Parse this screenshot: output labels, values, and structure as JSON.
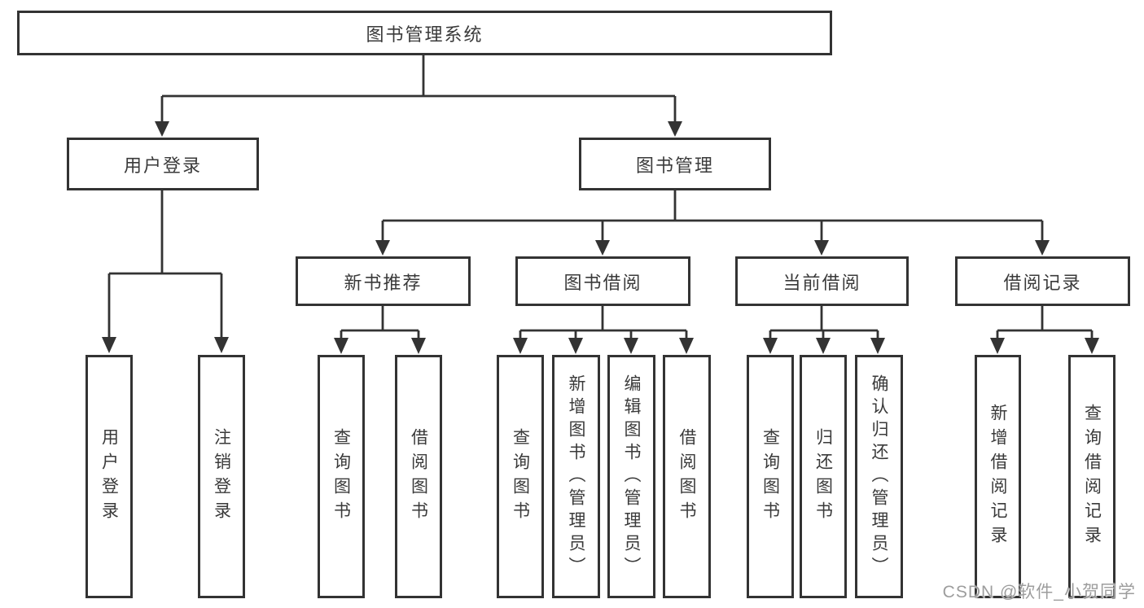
{
  "diagram": {
    "root": {
      "label": "图书管理系统"
    },
    "level2": [
      {
        "label": "用户登录"
      },
      {
        "label": "图书管理"
      }
    ],
    "level3": [
      {
        "label": "新书推荐",
        "parent": "图书管理"
      },
      {
        "label": "图书借阅",
        "parent": "图书管理"
      },
      {
        "label": "当前借阅",
        "parent": "图书管理"
      },
      {
        "label": "借阅记录",
        "parent": "图书管理"
      }
    ],
    "leaves": [
      {
        "label": "用户登录",
        "parent": "用户登录"
      },
      {
        "label": "注销登录",
        "parent": "用户登录"
      },
      {
        "label": "查询图书",
        "parent": "新书推荐"
      },
      {
        "label": "借阅图书",
        "parent": "新书推荐"
      },
      {
        "label": "查询图书",
        "parent": "图书借阅"
      },
      {
        "label": "新增图书（管理员）",
        "parent": "图书借阅"
      },
      {
        "label": "编辑图书（管理员）",
        "parent": "图书借阅"
      },
      {
        "label": "借阅图书",
        "parent": "图书借阅"
      },
      {
        "label": "查询图书",
        "parent": "当前借阅"
      },
      {
        "label": "归还图书",
        "parent": "当前借阅"
      },
      {
        "label": "确认归还（管理员）",
        "parent": "当前借阅"
      },
      {
        "label": "新增借阅记录",
        "parent": "借阅记录"
      },
      {
        "label": "查询借阅记录",
        "parent": "借阅记录"
      }
    ]
  },
  "watermark": {
    "text": "CSDN @软件_小贺同学",
    "color": "#9d9d9d"
  },
  "colors": {
    "line": "#333333",
    "text": "#3a3a3a",
    "box_background": "#ffffff"
  }
}
